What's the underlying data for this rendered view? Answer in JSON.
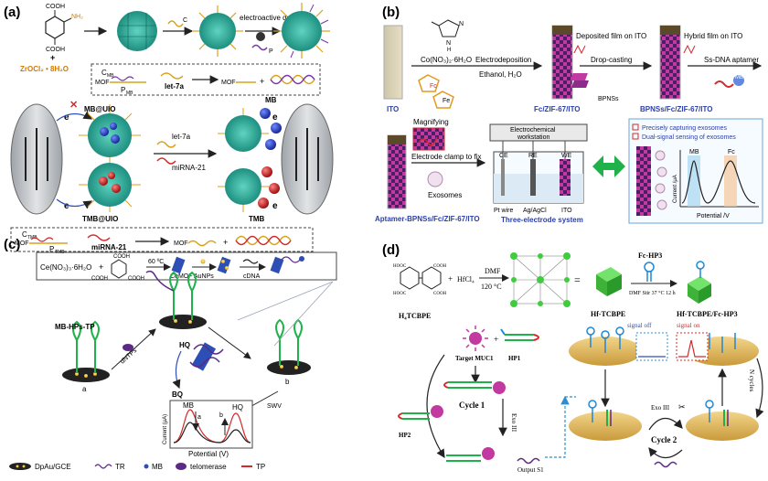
{
  "panels": {
    "a": {
      "letter": "(a)",
      "reagent_top": "COOH",
      "reagent_nh2": "NH₂",
      "reagent_bottom": "COOH",
      "zr_salt": "ZrOCl₂ • 8H₂O",
      "plus": "+",
      "label_c": "C",
      "label_p": "P",
      "electroactive": "electroactive dyes",
      "mof1_c": "C",
      "mof1_c_sub": "MB",
      "mof1_p": "P",
      "mof1_p_sub": "MB",
      "mof_label": "MOF",
      "target1": "let-7a",
      "mb_uio": "MB@UIO",
      "tmb_uio": "TMB@UIO",
      "electron": "e",
      "let7a": "let-7a",
      "mir21": "miRNA-21",
      "mb": "MB",
      "tmb": "TMB",
      "mof2_c": "C",
      "mof2_c_sub": "TMB",
      "mof2_p": "P",
      "mof2_p_sub": "TMB",
      "target2": "miRNA-21"
    },
    "b": {
      "letter": "(b)",
      "ito": "ITO",
      "co_salt": "Co(NO₃)₂·6H₂O",
      "electrodeposition": "Electrodeposition",
      "solvent": "Ethanol, H₂O",
      "fc": "Fc",
      "fe": "Fe",
      "nh": "N",
      "nh_h": "H",
      "fc_zif": "Fc/ZIF-67/ITO",
      "deposited": "Deposited film on ITO",
      "drop_casting": "Drop-casting",
      "bpns": "BPNSs",
      "bpns_fc": "BPNSs/Fc/ZIF-67/ITO",
      "hybrid": "Hybrid film on ITO",
      "aptamer": "Ss-DNA aptamer",
      "mb": "MB",
      "magnifying": "Magnifying",
      "clamp": "Electrode clamp to fix",
      "exosomes": "Exosomes",
      "apt_label": "Aptamer-BPNSs/Fc/ZIF-67/ITO",
      "workstation1": "Electrochemical",
      "workstation2": "workstation",
      "ce": "CE",
      "re": "RE",
      "we": "WE",
      "pt": "Pt wire",
      "agcl": "Ag/AgCl",
      "ito2": "ITO",
      "three_electrode": "Three-electrode system",
      "precise": "Precisely capturing exosomes",
      "dual": "Dual-signal sensing of exosomes",
      "current": "Current /μA",
      "potential": "Potential /V",
      "peak_mb": "MB",
      "peak_fc": "Fc"
    },
    "c": {
      "letter": "(c)",
      "ce_salt": "Ce(NO₃)₃·6H₂O",
      "cooh1": "COOH",
      "cooh2": "COOH",
      "cooh3": "COOH",
      "temp": "60 ºC",
      "cemof": "CeMOF",
      "aunps": "AuNPs",
      "cdna": "cDNA",
      "probe": "MB-HPs-TP",
      "dntps": "dNTPs",
      "hq": "HQ",
      "bq": "BQ",
      "a": "a",
      "b": "b",
      "swv": "SWV",
      "current": "Current (μA)",
      "potential": "Potential (V)",
      "peak_mb": "MB",
      "peak_hq": "HQ",
      "peak_a": "a",
      "peak_b": "b",
      "legend": [
        "DpAu/GCE",
        "TR",
        "MB",
        "telomerase",
        "TP"
      ]
    },
    "d": {
      "letter": "(d)",
      "hooc1": "HOOC",
      "hooc2": "HOOC",
      "cooh1": "COOH",
      "cooh2": "COOH",
      "hfcl4": "HfCl₄",
      "dmf": "DMF",
      "temp": "120 °C",
      "h4tcbpe": "H₄TCBPE",
      "hf_tcbpe": "Hf-TCBPE",
      "fc_hp3": "Fc-HP3",
      "cond": "DMF Stir 37 °C 12 h",
      "hf_fc": "Hf-TCBPE/Fc-HP3",
      "target": "Target MUC1",
      "hp1": "HP1",
      "hp2": "HP2",
      "cycle1": "Cycle 1",
      "exo": "Exo III",
      "output": "Output S1",
      "signal_off": "signal off",
      "signal_on": "signal on",
      "exo2": "Exo III",
      "cycle2": "Cycle 2",
      "ncycles": "N cycles"
    }
  },
  "colors": {
    "green_arrow": "#1fb24a",
    "purple": "#5b2a86",
    "red": "#d42a2a",
    "blue": "#2d4fb5",
    "label_blue": "#2b3fa8",
    "mof_green": "#35b7a3",
    "dye_orange": "#e39a1f"
  }
}
